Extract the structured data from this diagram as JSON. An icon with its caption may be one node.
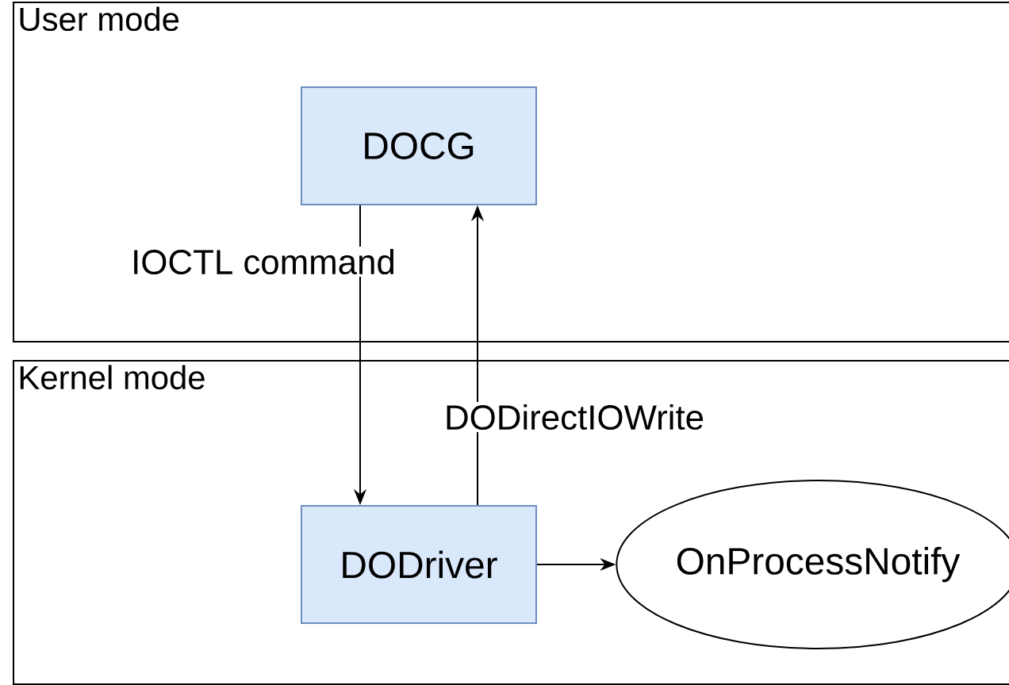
{
  "diagram": {
    "nodes": [
      {
        "text": [
          "User mode"
        ]
      },
      {
        "text": [
          "DOCG"
        ],
        "in": 0
      },
      {
        "text": [
          "Kernel mode"
        ]
      },
      {
        "text": [
          "DODriver"
        ],
        "in": 2
      },
      {
        "text": [
          "OnProcessNotify"
        ],
        "in": 2
      }
    ],
    "edges": [
      {
        "from": 1,
        "to": 3,
        "arrow": "to",
        "label": "IOCTL command"
      },
      {
        "from": 3,
        "to": 1,
        "arrow": "to",
        "label": "DODirectIOWrite"
      },
      {
        "from": 3,
        "to": 4,
        "arrow": "to"
      }
    ]
  }
}
